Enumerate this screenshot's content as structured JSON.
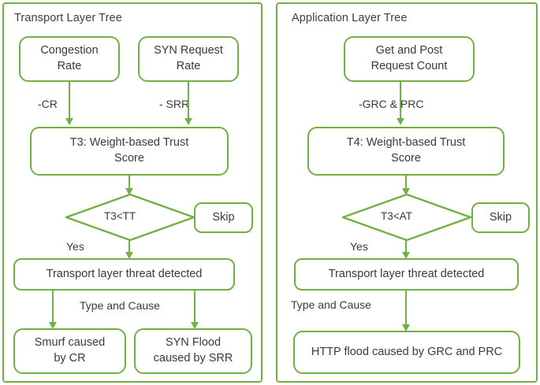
{
  "panels": [
    {
      "id": "transport",
      "title": "Transport Layer Tree",
      "nodes": {
        "input_left": "Congestion\nRate",
        "input_right": "SYN Request\nRate",
        "trust_score": "T3: Weight-based Trust\nScore",
        "decision": "T3<TT",
        "skip": "Skip",
        "threat": "Transport layer threat detected",
        "outcome_left": "Smurf caused\nby CR",
        "outcome_right": "SYN Flood\ncaused by SRR"
      },
      "edge_labels": {
        "from_input_left": "-CR",
        "from_input_right": "- SRR",
        "decision_yes": "Yes",
        "type_and_cause": "Type and Cause"
      }
    },
    {
      "id": "application",
      "title": "Application Layer Tree",
      "nodes": {
        "input_center": "Get and Post\nRequest Count",
        "trust_score": "T4: Weight-based Trust\nScore",
        "decision": "T3<AT",
        "skip": "Skip",
        "threat": "Transport layer threat detected",
        "outcome": "HTTP flood caused by GRC and PRC"
      },
      "edge_labels": {
        "from_input_center": "-GRC & PRC",
        "decision_yes": "Yes",
        "type_and_cause": "Type and Cause"
      }
    }
  ],
  "colors": {
    "accent_green": "#73b043",
    "text": "#3a3a3a",
    "background": "#ffffff"
  }
}
